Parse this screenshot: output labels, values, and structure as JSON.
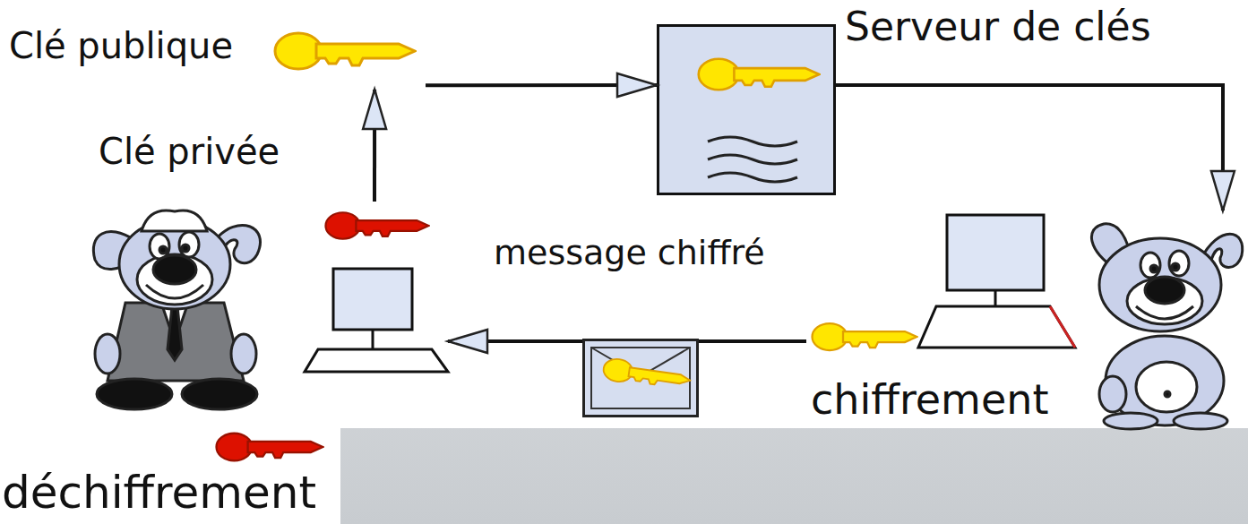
{
  "diagram": {
    "nodes": [
      {
        "text": [
          "Clé publique"
        ]
      },
      {
        "text": [
          "Serveur de clés"
        ]
      },
      {
        "text": [
          "Clé privée"
        ]
      },
      {
        "text": [
          "message chiffré"
        ]
      },
      {
        "text": [
          "chiffrement"
        ]
      }
    ],
    "edges": [
      {
        "from": 2,
        "to": 0,
        "arrow": "to"
      },
      {
        "from": 0,
        "to": 1,
        "arrow": "to"
      },
      {
        "from": 1,
        "to": 4,
        "arrow": "to"
      },
      {
        "from": 4,
        "to": 3,
        "arrow": "none"
      },
      {
        "from": 3,
        "to": 2,
        "arrow": "to"
      }
    ],
    "labels": [
      "déchiffrement"
    ]
  }
}
